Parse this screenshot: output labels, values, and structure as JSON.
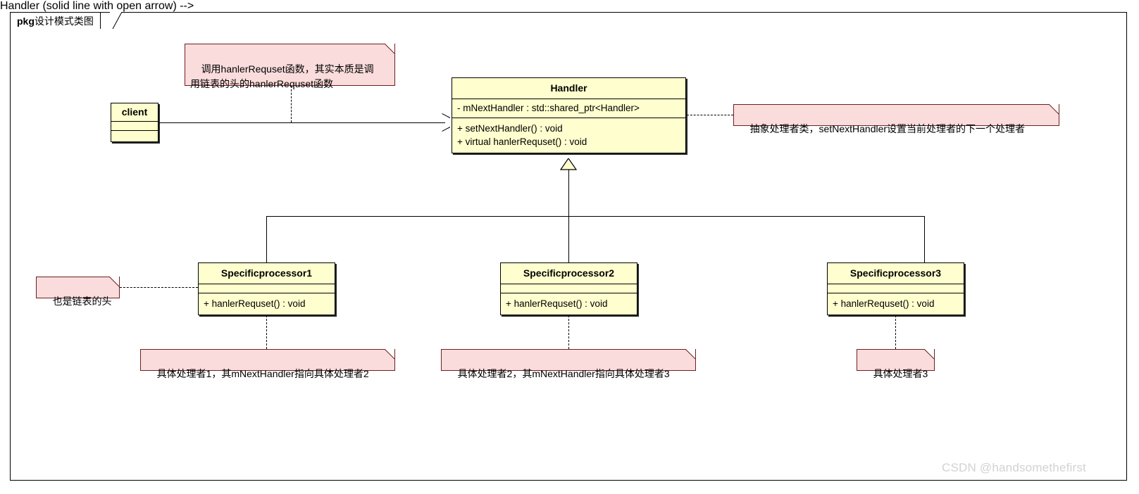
{
  "package": {
    "keyword": "pkg",
    "name": "设计模式类图"
  },
  "classes": {
    "client": {
      "name": "client",
      "attributes": [],
      "methods": []
    },
    "handler": {
      "name": "Handler",
      "attributes": [
        "- mNextHandler : std::shared_ptr<Handler>"
      ],
      "methods": [
        "+ setNextHandler() : void",
        "+ virtual hanlerRequset() : void"
      ]
    },
    "processor1": {
      "name": "Specificprocessor1",
      "attributes": [],
      "methods": [
        "+ hanlerRequset() : void"
      ]
    },
    "processor2": {
      "name": "Specificprocessor2",
      "attributes": [],
      "methods": [
        "+ hanlerRequset() : void"
      ]
    },
    "processor3": {
      "name": "Specificprocessor3",
      "attributes": [],
      "methods": [
        "+ hanlerRequset() : void"
      ]
    }
  },
  "notes": {
    "client_note": "调用hanlerRequset函数，其实本质是调\n用链表的头的hanlerRequset函数",
    "handler_note": "抽象处理者类，setNextHandler设置当前处理者的下一个处理者",
    "processor1_left_note": "也是链表的头",
    "processor1_note": "具体处理者1，其mNextHandler指向具体处理者2",
    "processor2_note": "具体处理者2，其mNextHandler指向具体处理者3",
    "processor3_note": "具体处理者3"
  },
  "watermark": "CSDN @handsomethefirst",
  "colors": {
    "class_fill": "#FEFECE",
    "note_fill": "#FADCDC",
    "note_border": "#6B2020",
    "line": "#000000",
    "watermark": "#D2D2D2"
  }
}
